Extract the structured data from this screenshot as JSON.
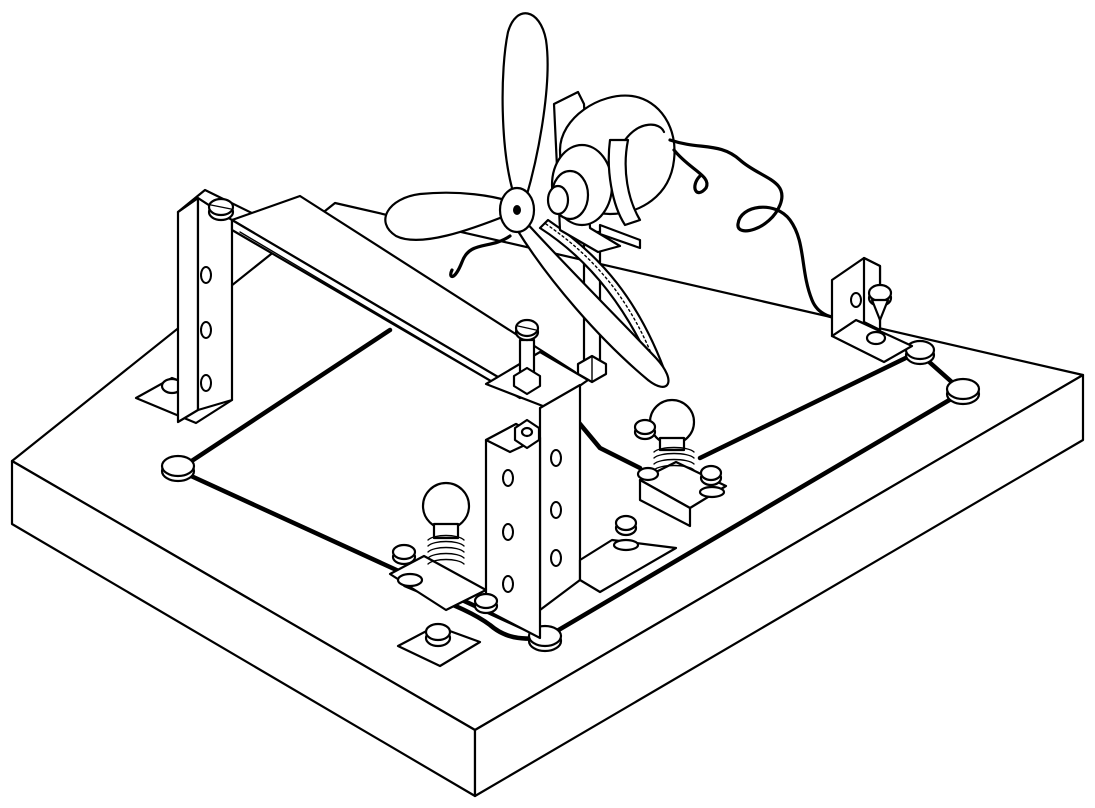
{
  "figure": {
    "description_kind": "technical line drawing",
    "colors": {
      "ink": "#000000",
      "paper": "#ffffff"
    },
    "components": [
      "wooden-base",
      "metal-bracket-left",
      "metal-bracket-center",
      "metal-bracket-right",
      "metal-strip-bridge",
      "electric-motor",
      "three-blade-propeller",
      "spiral-bar",
      "lamp-front",
      "lamp-rear",
      "wire-circuit",
      "terminal-screws"
    ]
  }
}
